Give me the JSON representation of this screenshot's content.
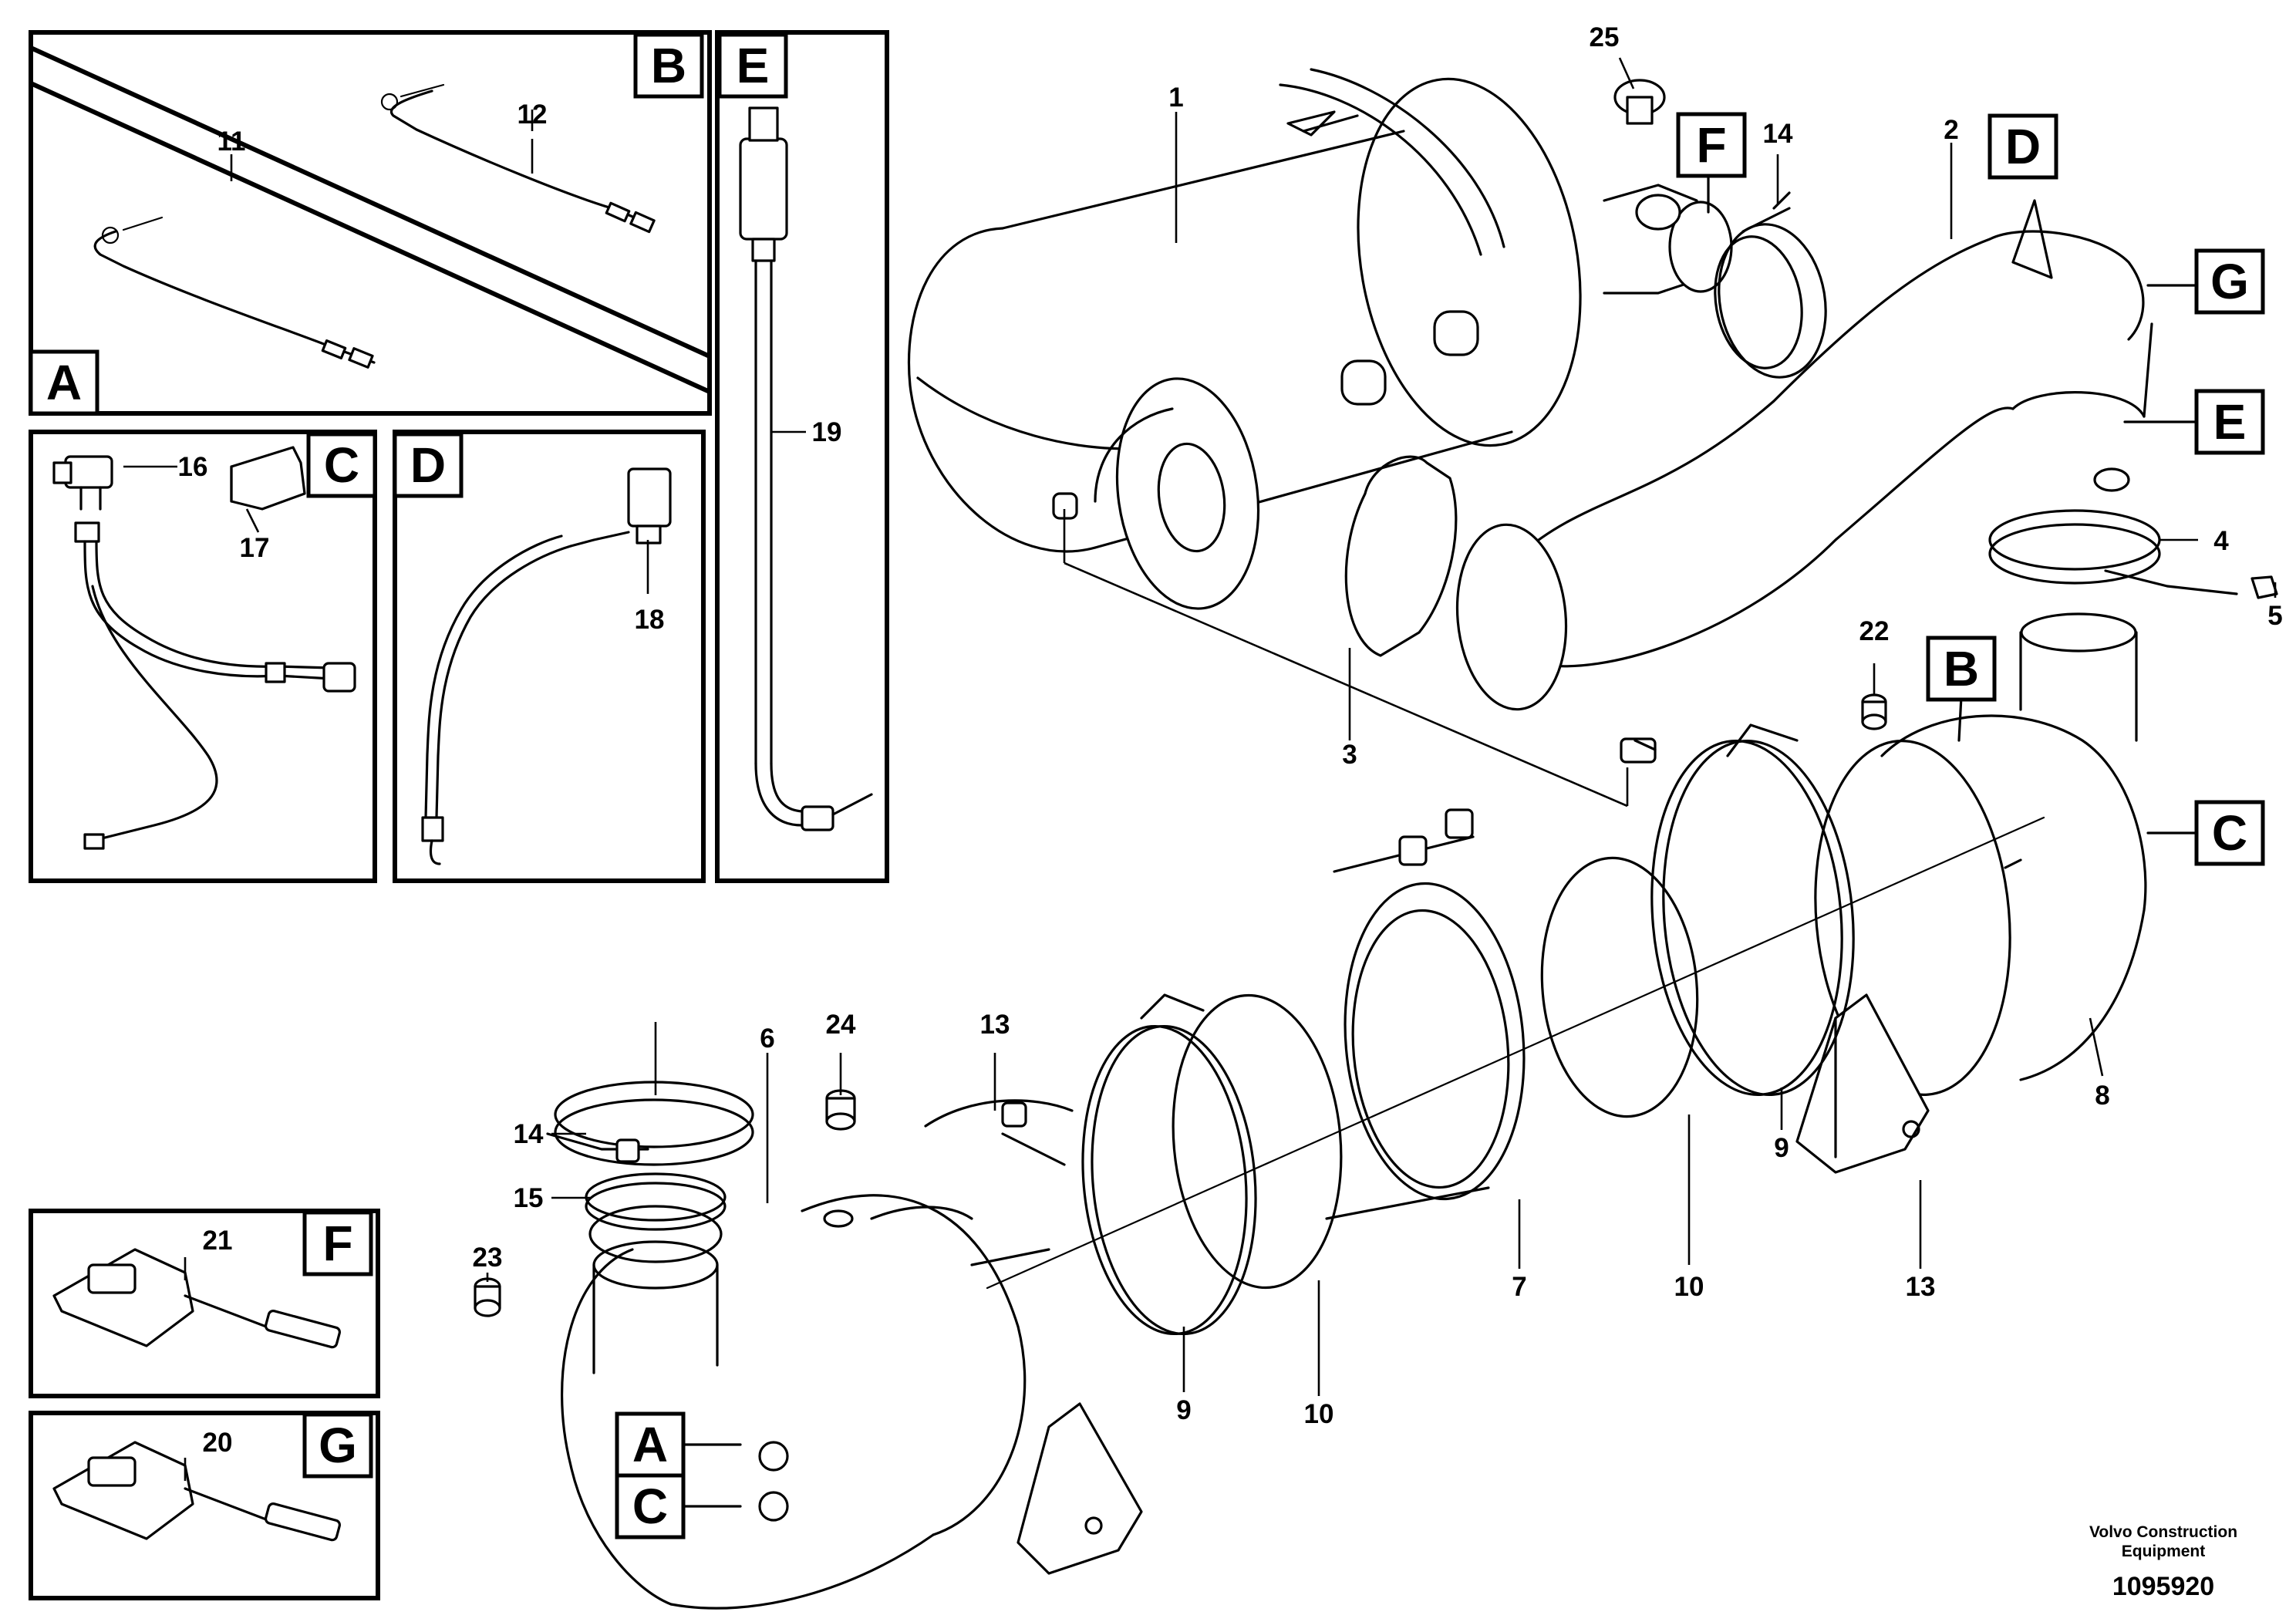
{
  "callouts": [
    "1",
    "2",
    "3",
    "4",
    "5",
    "6",
    "7",
    "8",
    "9",
    "9",
    "10",
    "10",
    "11",
    "12",
    "13",
    "13",
    "14",
    "14",
    "15",
    "16",
    "17",
    "18",
    "19",
    "20",
    "21",
    "22",
    "23",
    "24",
    "25"
  ],
  "detail_panels": [
    "A",
    "B",
    "C",
    "D",
    "E",
    "F",
    "G"
  ],
  "markers": [
    "A",
    "B",
    "C",
    "C",
    "D",
    "E",
    "F",
    "G"
  ],
  "footer": {
    "brand_line1": "Volvo Construction",
    "brand_line2": "Equipment",
    "doc_number": "1095920"
  }
}
